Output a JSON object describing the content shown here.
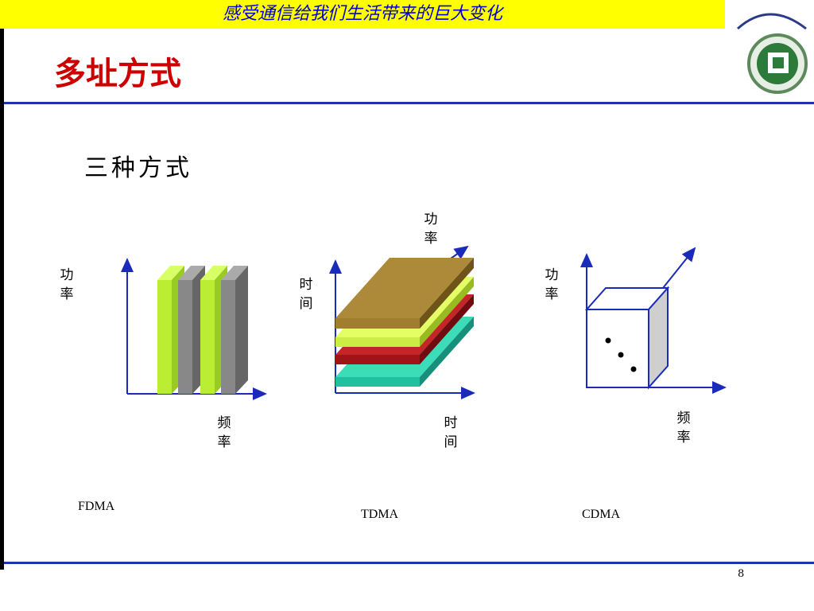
{
  "banner": {
    "text": "感受通信给我们生活带来的巨大变化"
  },
  "slide": {
    "title": "多址方式",
    "subtitle": "三种方式",
    "page_number": "8"
  },
  "fdma": {
    "caption": "FDMA",
    "y_label": "功率",
    "x_label": "频率",
    "colors": [
      "#bbee33",
      "#888888"
    ]
  },
  "tdma": {
    "caption": "TDMA",
    "y_label": "时间",
    "x_label": "时间",
    "z_label": "功率",
    "layer_colors": [
      "#1fc0a0",
      "#a01418",
      "#ccee44",
      "#a07e2e"
    ]
  },
  "cdma": {
    "caption": "CDMA",
    "y_label": "功率",
    "x_label": "频率"
  },
  "colors": {
    "banner_bg": "#ffff00",
    "banner_text": "#0000cc",
    "title": "#cc0000",
    "rule": "#2233aa",
    "axis": "#1a2bbb"
  }
}
